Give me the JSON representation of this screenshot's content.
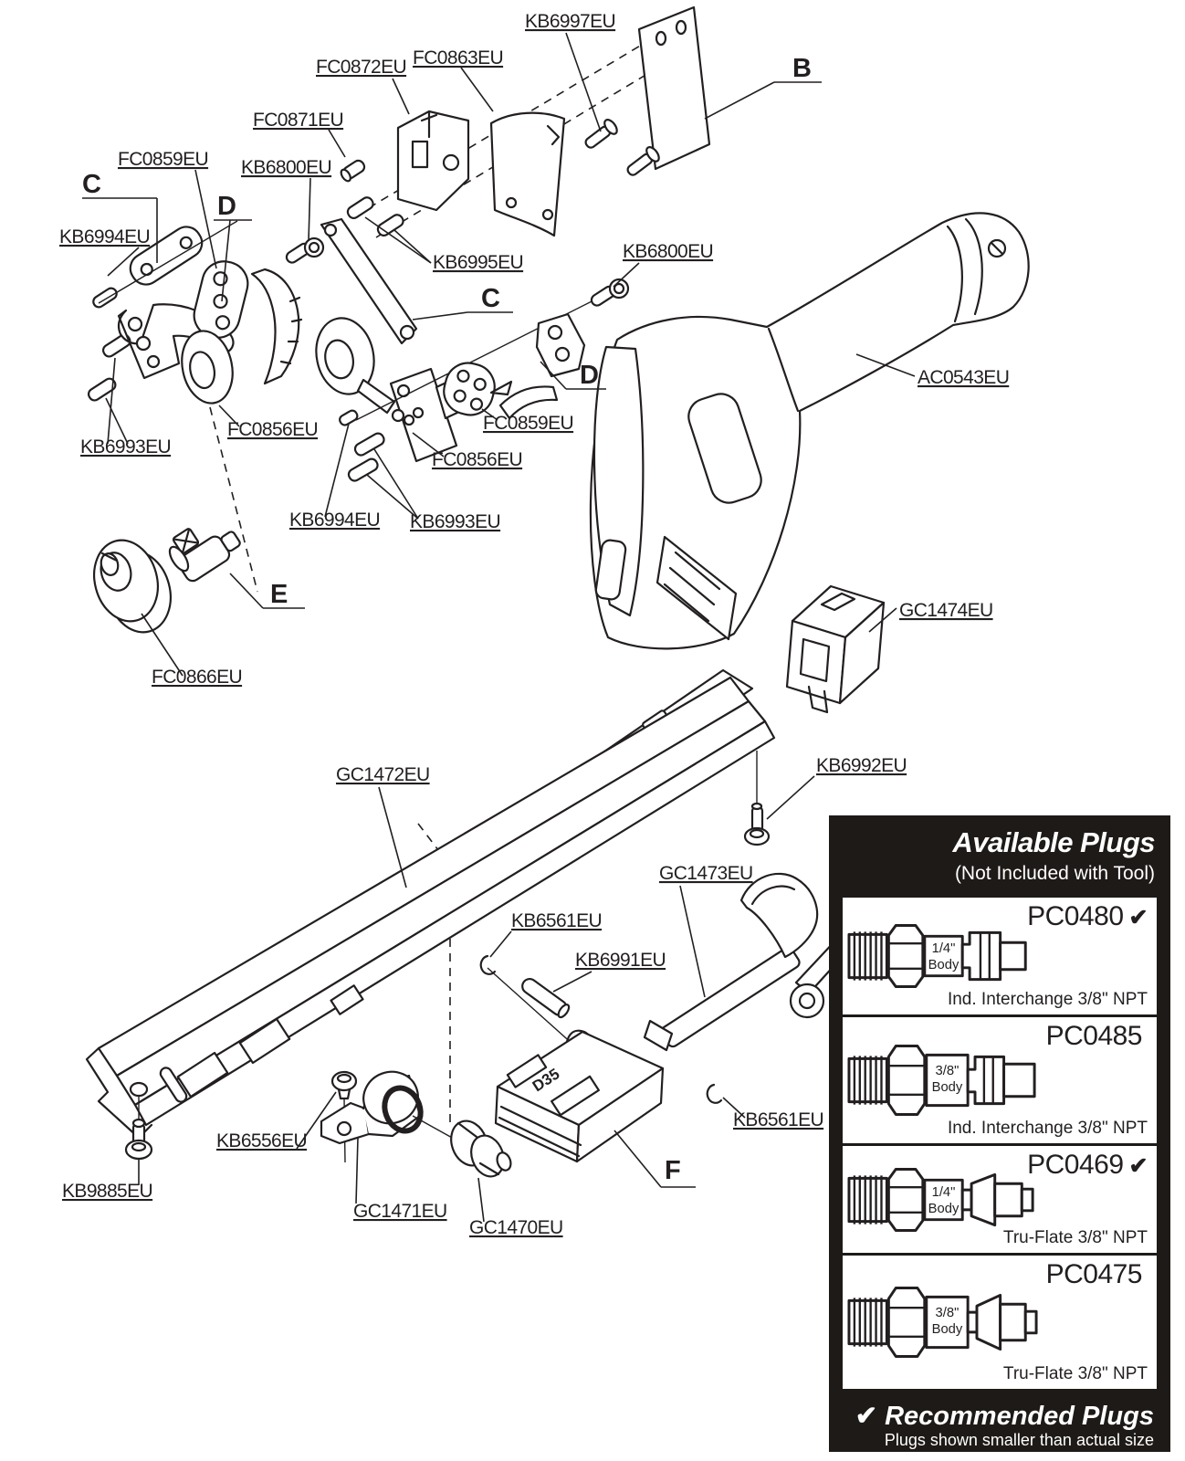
{
  "diagram": {
    "labels": [
      {
        "id": "kb6997eu",
        "text": "KB6997EU"
      },
      {
        "id": "fc0872eu",
        "text": "FC0872EU"
      },
      {
        "id": "fc0863eu",
        "text": "FC0863EU"
      },
      {
        "id": "section-b",
        "text": "B"
      },
      {
        "id": "fc0871eu",
        "text": "FC0871EU"
      },
      {
        "id": "fc0859eu-top",
        "text": "FC0859EU"
      },
      {
        "id": "kb6800eu-left",
        "text": "KB6800EU"
      },
      {
        "id": "section-c-top",
        "text": "C"
      },
      {
        "id": "section-d-top",
        "text": "D"
      },
      {
        "id": "kb6994eu-left",
        "text": "KB6994EU"
      },
      {
        "id": "kb6995eu",
        "text": "KB6995EU"
      },
      {
        "id": "kb6800eu-right",
        "text": "KB6800EU"
      },
      {
        "id": "section-c-mid",
        "text": "C"
      },
      {
        "id": "section-d-mid",
        "text": "D"
      },
      {
        "id": "ac0543eu",
        "text": "AC0543EU"
      },
      {
        "id": "fc0856eu-left",
        "text": "FC0856EU"
      },
      {
        "id": "fc0859eu-mid",
        "text": "FC0859EU"
      },
      {
        "id": "kb6993eu-left",
        "text": "KB6993EU"
      },
      {
        "id": "fc0856eu-right",
        "text": "FC0856EU"
      },
      {
        "id": "kb6994eu-mid",
        "text": "KB6994EU"
      },
      {
        "id": "kb6993eu-mid",
        "text": "KB6993EU"
      },
      {
        "id": "section-e",
        "text": "E"
      },
      {
        "id": "fc0866eu",
        "text": "FC0866EU"
      },
      {
        "id": "gc1474eu",
        "text": "GC1474EU"
      },
      {
        "id": "gc1472eu",
        "text": "GC1472EU"
      },
      {
        "id": "kb6992eu",
        "text": "KB6992EU"
      },
      {
        "id": "gc1473eu",
        "text": "GC1473EU"
      },
      {
        "id": "kb6561eu-top",
        "text": "KB6561EU"
      },
      {
        "id": "kb6991eu",
        "text": "KB6991EU"
      },
      {
        "id": "kb6561eu-bottom",
        "text": "KB6561EU"
      },
      {
        "id": "kb6556eu",
        "text": "KB6556EU"
      },
      {
        "id": "section-f",
        "text": "F"
      },
      {
        "id": "kb9885eu",
        "text": "KB9885EU"
      },
      {
        "id": "gc1471eu",
        "text": "GC1471EU"
      },
      {
        "id": "gc1470eu",
        "text": "GC1470EU"
      }
    ],
    "part_marking": "D35"
  },
  "plugs_panel": {
    "title": "Available Plugs",
    "subtitle": "(Not Included with Tool)",
    "plugs": [
      {
        "part": "PC0480",
        "recommended": "✔",
        "body_size": "1/4\"",
        "body_word": "Body",
        "thread": "Ind. Interchange 3/8\" NPT"
      },
      {
        "part": "PC0485",
        "recommended": "",
        "body_size": "3/8\"",
        "body_word": "Body",
        "thread": "Ind. Interchange 3/8\" NPT"
      },
      {
        "part": "PC0469",
        "recommended": "✔",
        "body_size": "1/4\"",
        "body_word": "Body",
        "thread": "Tru-Flate 3/8\" NPT"
      },
      {
        "part": "PC0475",
        "recommended": "",
        "body_size": "3/8\"",
        "body_word": "Body",
        "thread": "Tru-Flate 3/8\" NPT"
      }
    ],
    "footer_check": "✔",
    "footer_title": "Recommended Plugs",
    "footer_note": "Plugs shown smaller than actual size",
    "colors": {
      "panel_bg": "#1e1a17",
      "panel_text": "#ffffff",
      "line": "#231f20"
    }
  }
}
